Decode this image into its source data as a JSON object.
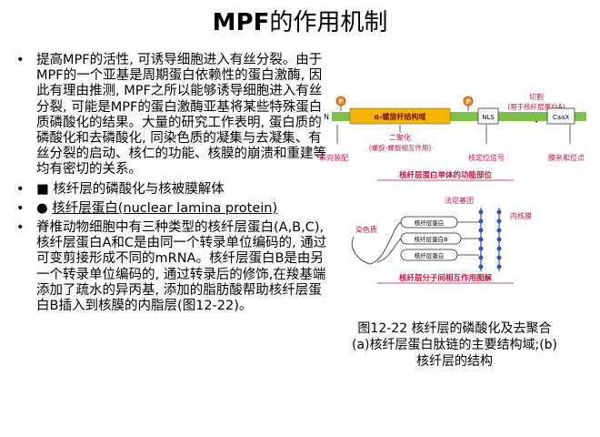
{
  "title": {
    "bold": "MPF",
    "rest": "的作用机制"
  },
  "bullets": [
    {
      "marker": "•",
      "text": "提高MPF的活性, 可诱导细胞进入有丝分裂。由于MPF的一个亚基是周期蛋白依赖性的蛋白激酶, 因此有理由推测, MPF之所以能够诱导细胞进入有丝分裂, 可能是MPF的蛋白激酶亚基将某些特殊蛋白质磷酸化的结果。大量的研究工作表明, 蛋白质的磷酸化和去磷酸化, 同染色质的凝集与去凝集、有丝分裂的启动、核仁的功能、核膜的崩溃和重建等均有密切的关系。"
    },
    {
      "marker": "•",
      "text": "■ 核纤层的磷酸化与核被膜解体"
    },
    {
      "marker": "•",
      "prefix": "● ",
      "text": "核纤层蛋白(nuclear lamina protein)"
    },
    {
      "marker": "•",
      "text": "脊椎动物细胞中有三种类型的核纤层蛋白(A,B,C), 核纤层蛋白A和C是由同一个转录单位编码的, 通过可变剪接形成不同的mRNA。核纤层蛋白B是由另一个转录单位编码的, 通过转录后的修饰,在羧基端添加了疏水的异丙基, 添加的脂肪酸帮助核纤层蛋白B插入到核膜的内脂层(图12-22)。"
    }
  ],
  "figure": {
    "cleave_label": "切割",
    "cleave_sub": "(限于核纤层蛋白A)",
    "p_mark": "P",
    "n_label": "N",
    "domain_label": "α-螺旋杆结构域",
    "nls_label": "NLS",
    "caax_label": "CaaX",
    "dimer_label": "二聚化",
    "dimer_sub": "(螺旋-螺旋相互作用)",
    "longitudinal_label": "纵向装配",
    "nls_desc": "核定位信号",
    "caax_desc": "膜亲和位点",
    "panel_a_title": "核纤层蛋白单体的功能部位",
    "lamina_tag": "法尼基团",
    "chromatin_label": "染色质",
    "inner_membrane_label": "内核膜",
    "lamin_rows": [
      "核纤层蛋白",
      "核纤层蛋白B",
      "核纤层蛋白"
    ],
    "panel_b_title": "核纤层分子间相互作用图解"
  },
  "caption": [
    "图12-22 核纤层的磷酸化及去聚合",
    "(a)核纤层蛋白肽链的主要结构域;(b)",
    "核纤层的结构"
  ],
  "colors": {
    "red_label": "#c0143c",
    "domain_fill": "#f4b400",
    "bar_green": "#7fc04a",
    "p_fill": "#f08a24"
  }
}
